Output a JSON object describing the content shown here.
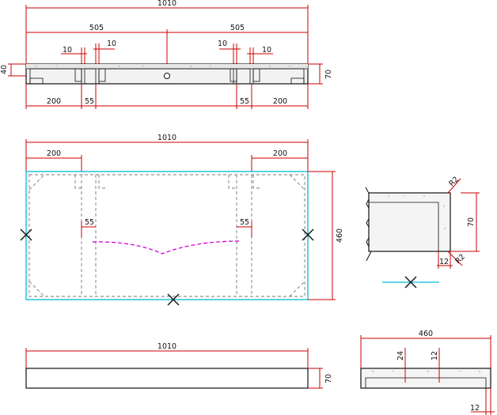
{
  "drawing": {
    "top_view": {
      "overall": "1010",
      "half_left": "505",
      "half_right": "505",
      "slot_left_a": "10",
      "slot_left_b": "10",
      "slot_right_a": "10",
      "slot_right_b": "10",
      "thickness": "40",
      "height": "70",
      "bottom_left_200": "200",
      "bottom_left_55": "55",
      "bottom_right_55": "55",
      "bottom_right_200": "200"
    },
    "plan_view": {
      "overall": "1010",
      "left_200": "200",
      "right_200": "200",
      "left_55": "55",
      "right_55": "55",
      "depth": "460"
    },
    "detail": {
      "r_top": "R2",
      "r_bottom": "R2",
      "height": "70",
      "lip": "12"
    },
    "front_view": {
      "overall": "1010",
      "height": "70"
    },
    "side_view": {
      "width": "460",
      "dim_24": "24",
      "dim_12": "12",
      "corner_12": "12"
    }
  },
  "colors": {
    "dimension": "#cc0000",
    "outline": "#111111",
    "edge": "#00bcd4",
    "cut_line": "#d400d4"
  }
}
